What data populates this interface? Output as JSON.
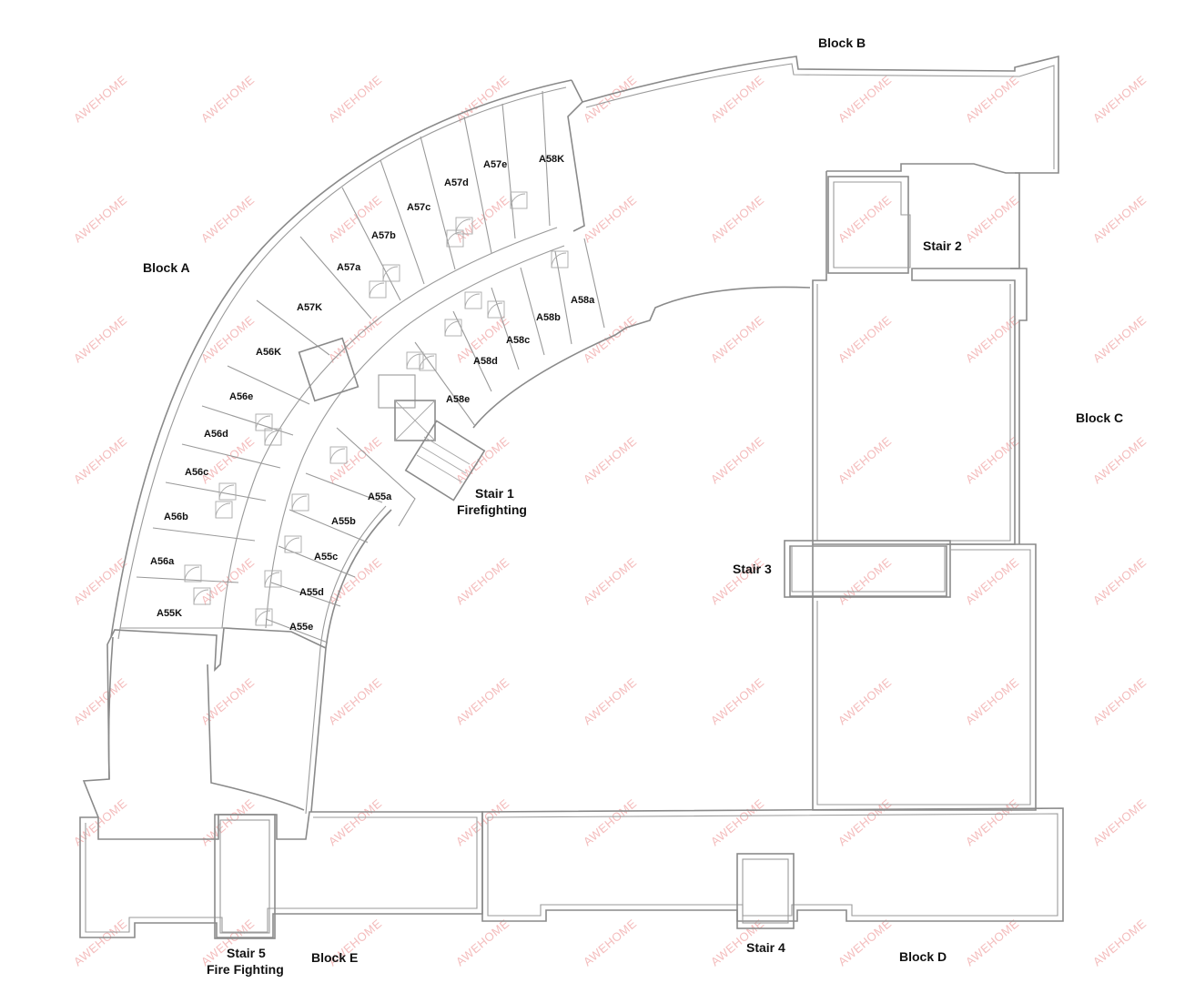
{
  "watermark": "AWEHOME",
  "blocks": {
    "a": "Block A",
    "b": "Block B",
    "c": "Block C",
    "d": "Block D",
    "e": "Block E"
  },
  "stairs": {
    "stair1_line1": "Stair 1",
    "stair1_line2": "Firefighting",
    "stair2": "Stair 2",
    "stair3": "Stair 3",
    "stair4": "Stair 4",
    "stair5_line1": "Stair 5",
    "stair5_line2": "Fire Fighting"
  },
  "units": {
    "a58k": "A58K",
    "a57e": "A57e",
    "a57d": "A57d",
    "a57c": "A57c",
    "a57b": "A57b",
    "a57a": "A57a",
    "a57k": "A57K",
    "a56k": "A56K",
    "a56e": "A56e",
    "a56d": "A56d",
    "a56c": "A56c",
    "a56b": "A56b",
    "a56a": "A56a",
    "a55k": "A55K",
    "a58a": "A58a",
    "a58b": "A58b",
    "a58c": "A58c",
    "a58d": "A58d",
    "a58e": "A58e",
    "a55a": "A55a",
    "a55b": "A55b",
    "a55c": "A55c",
    "a55d": "A55d",
    "a55e": "A55e"
  }
}
